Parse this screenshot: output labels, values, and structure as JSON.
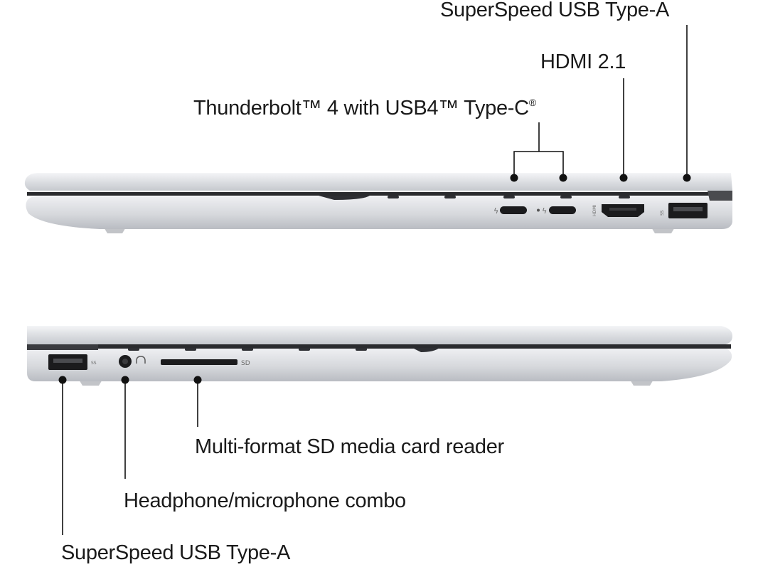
{
  "callouts": {
    "right_usb_a": "SuperSpeed USB Type-A",
    "hdmi": "HDMI 2.1",
    "thunderbolt": "Thunderbolt™ 4 with USB4™ Type-C",
    "thunderbolt_mark": "®",
    "sd_reader": "Multi-format SD media card reader",
    "audio_combo": "Headphone/microphone combo",
    "left_usb_a": "SuperSpeed USB Type-A"
  },
  "port_markings": {
    "sd": "SD",
    "hdmi": "HDMI",
    "ss": "SS"
  },
  "colors": {
    "chassis": "#d6d8dc",
    "port": "#1b1b1d",
    "line": "#111111"
  }
}
